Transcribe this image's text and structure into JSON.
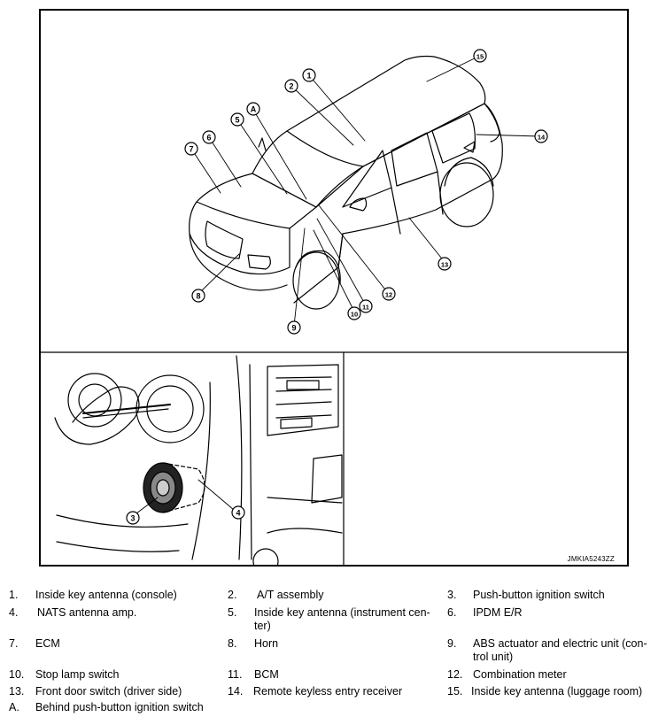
{
  "figure": {
    "code": "JMKIA5243ZZ",
    "callouts": [
      "1",
      "2",
      "3",
      "4",
      "5",
      "6",
      "7",
      "8",
      "9",
      "10",
      "11",
      "12",
      "13",
      "14",
      "15",
      "A"
    ]
  },
  "legend": [
    {
      "num": "1.",
      "text": "Inside key antenna (console)"
    },
    {
      "num": "2.",
      "text": "A/T assembly"
    },
    {
      "num": "3.",
      "text": "Push-button ignition switch"
    },
    {
      "num": "4.",
      "text": "NATS antenna amp."
    },
    {
      "num": "5.",
      "text": "Inside key antenna (instrument cen-"
    },
    {
      "num": "",
      "text": "ter)"
    },
    {
      "num": "6.",
      "text": "IPDM E/R"
    },
    {
      "num": "7.",
      "text": "ECM"
    },
    {
      "num": "8.",
      "text": "Horn"
    },
    {
      "num": "9.",
      "text": "ABS actuator and electric unit (con-"
    },
    {
      "num": "",
      "text": "trol unit)"
    },
    {
      "num": "10.",
      "text": "Stop lamp switch"
    },
    {
      "num": "11.",
      "text": "BCM"
    },
    {
      "num": "12.",
      "text": "Combination meter"
    },
    {
      "num": "13.",
      "text": "Front door switch (driver side)"
    },
    {
      "num": "14.",
      "text": "Remote keyless entry receiver"
    },
    {
      "num": "15.",
      "text": "Inside key antenna (luggage room)"
    },
    {
      "num": "A.",
      "text": "Behind push-button ignition switch"
    }
  ]
}
